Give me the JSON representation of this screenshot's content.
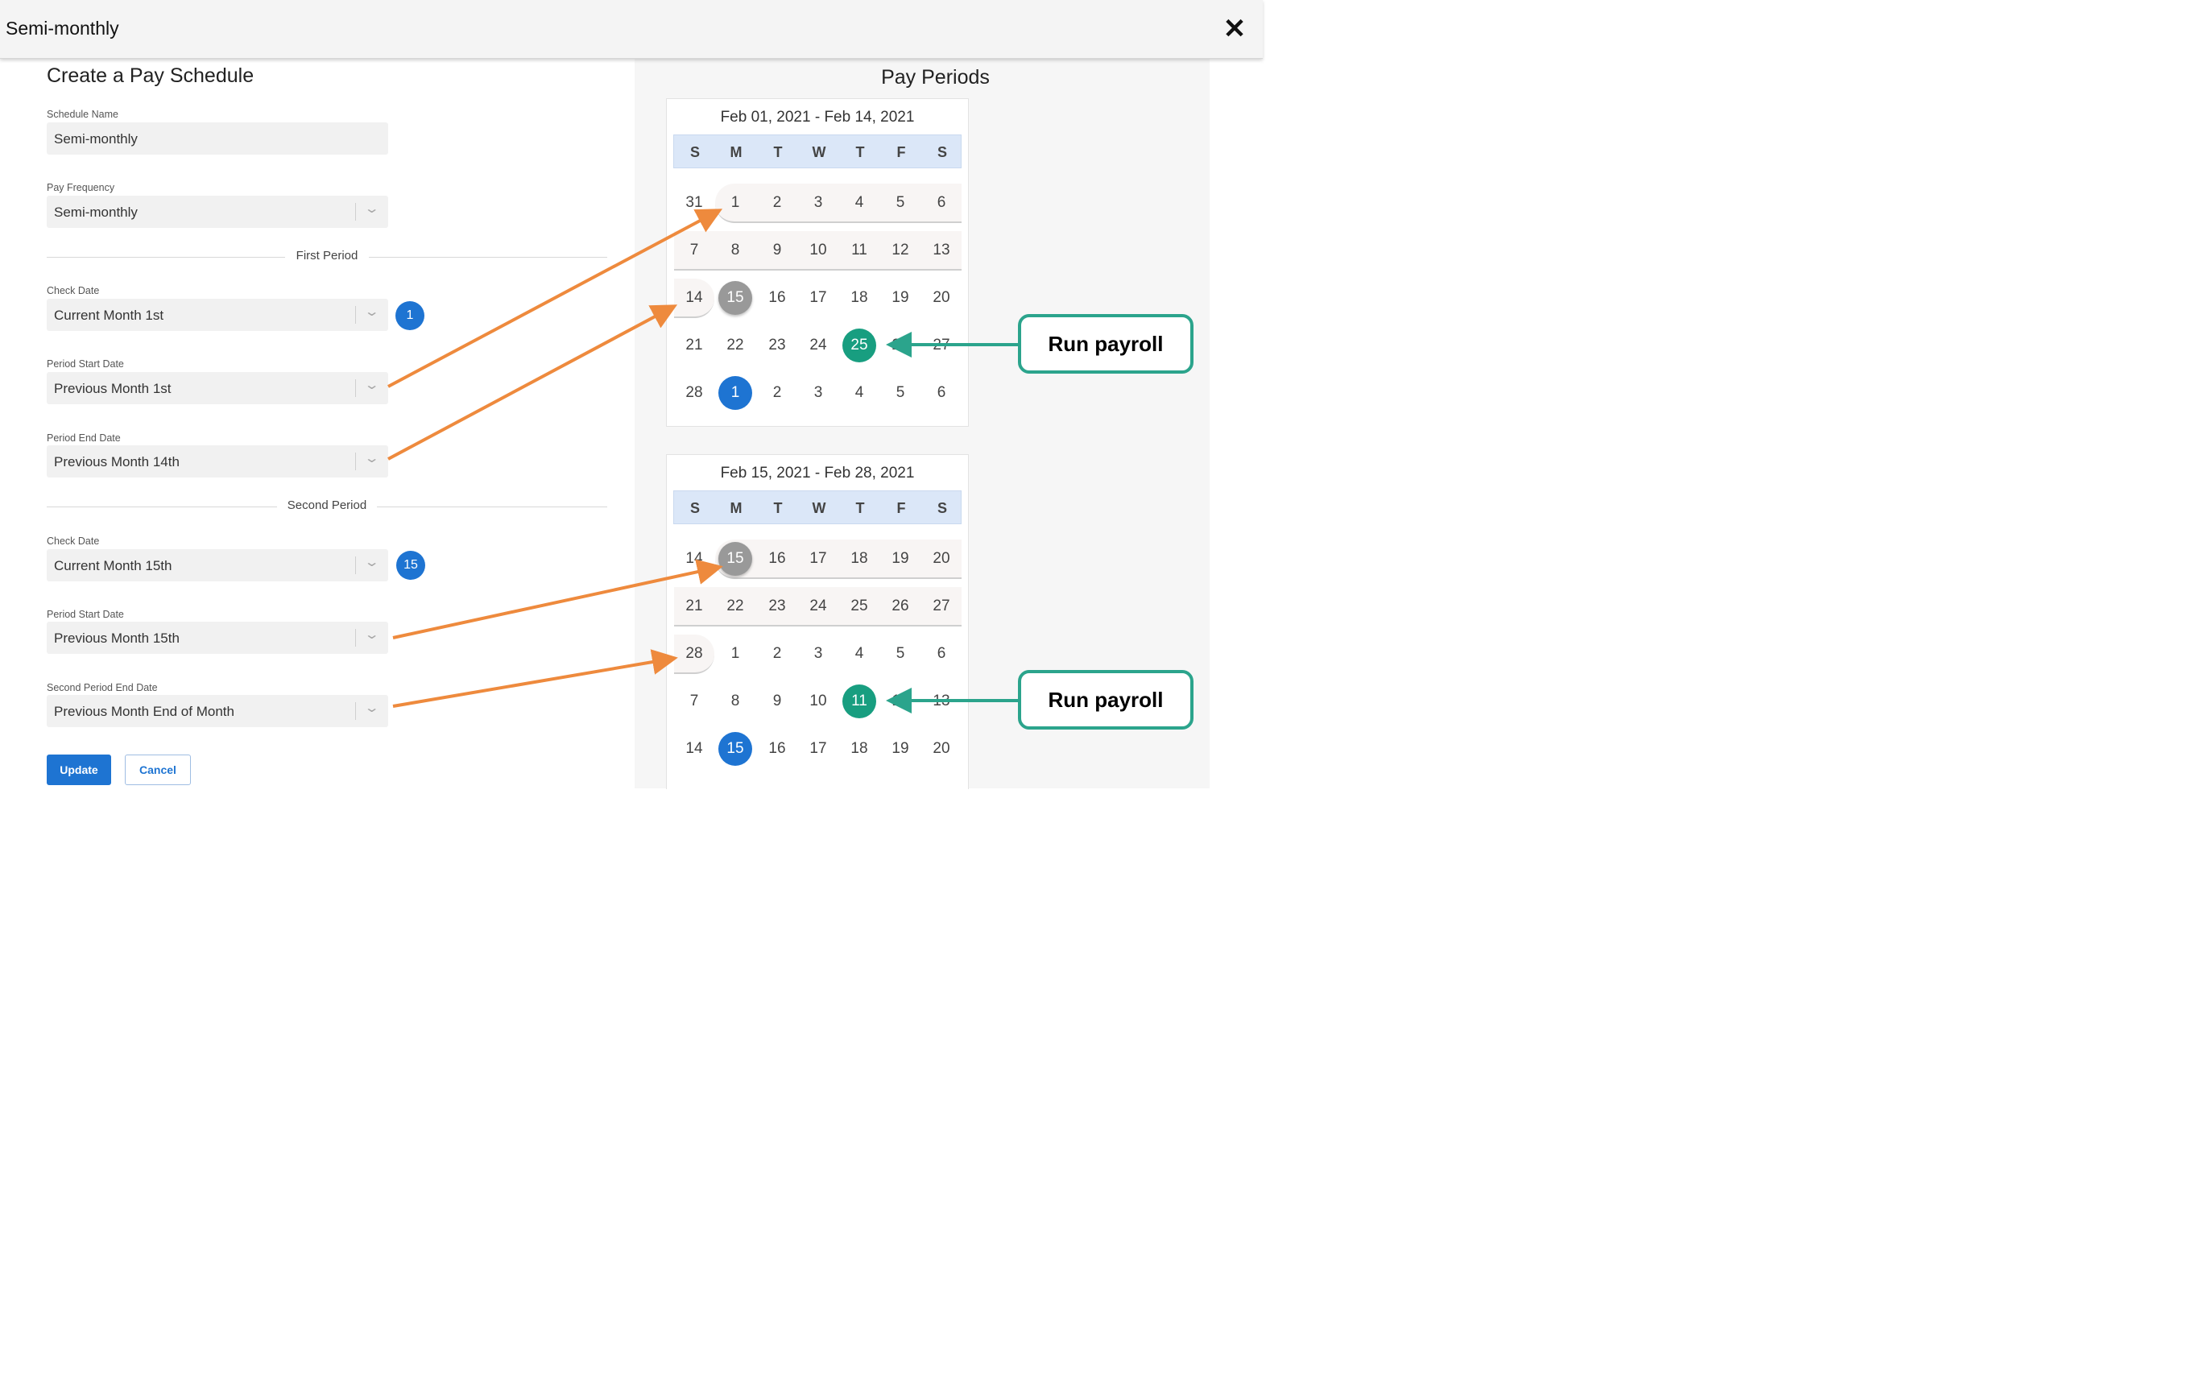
{
  "header": {
    "title": "Semi-monthly",
    "close_icon": "close-icon"
  },
  "form": {
    "title": "Create a Pay Schedule",
    "schedule_name": {
      "label": "Schedule Name",
      "value": "Semi-monthly"
    },
    "pay_frequency": {
      "label": "Pay Frequency",
      "value": "Semi-monthly"
    },
    "first_period": {
      "heading": "First Period",
      "check_date": {
        "label": "Check Date",
        "value": "Current Month 1st",
        "badge": "1"
      },
      "start_date": {
        "label": "Period Start Date",
        "value": "Previous Month 1st"
      },
      "end_date": {
        "label": "Period End Date",
        "value": "Previous Month 14th"
      }
    },
    "second_period": {
      "heading": "Second Period",
      "check_date": {
        "label": "Check Date",
        "value": "Current Month 15th",
        "badge": "15"
      },
      "start_date": {
        "label": "Period Start Date",
        "value": "Previous Month 15th"
      },
      "end_date": {
        "label": "Second Period End Date",
        "value": "Previous Month End of Month"
      }
    },
    "update_label": "Update",
    "cancel_label": "Cancel"
  },
  "pay_periods": {
    "title": "Pay Periods",
    "calendars": [
      {
        "range": "Feb 01, 2021 - Feb 14, 2021",
        "weekdays": [
          "S",
          "M",
          "T",
          "W",
          "T",
          "F",
          "S"
        ],
        "weeks": [
          [
            "31",
            "1",
            "2",
            "3",
            "4",
            "5",
            "6"
          ],
          [
            "7",
            "8",
            "9",
            "10",
            "11",
            "12",
            "13"
          ],
          [
            "14",
            "15",
            "16",
            "17",
            "18",
            "19",
            "20"
          ],
          [
            "21",
            "22",
            "23",
            "24",
            "25",
            "26",
            "27"
          ],
          [
            "28",
            "1",
            "2",
            "3",
            "4",
            "5",
            "6"
          ]
        ]
      },
      {
        "range": "Feb 15, 2021 - Feb 28, 2021",
        "weekdays": [
          "S",
          "M",
          "T",
          "W",
          "T",
          "F",
          "S"
        ],
        "weeks": [
          [
            "14",
            "15",
            "16",
            "17",
            "18",
            "19",
            "20"
          ],
          [
            "21",
            "22",
            "23",
            "24",
            "25",
            "26",
            "27"
          ],
          [
            "28",
            "1",
            "2",
            "3",
            "4",
            "5",
            "6"
          ],
          [
            "7",
            "8",
            "9",
            "10",
            "11",
            "12",
            "13"
          ],
          [
            "14",
            "15",
            "16",
            "17",
            "18",
            "19",
            "20"
          ]
        ]
      }
    ]
  },
  "annotations": {
    "run_payroll_label": "Run payroll"
  },
  "colors": {
    "accent_blue": "#1e74d2",
    "payroll_green": "#189e80",
    "callout_border": "#2ba48c",
    "arrow_orange": "#ee8a3d",
    "arrow_teal": "#2ba48c",
    "highlight_gray": "#999999"
  }
}
